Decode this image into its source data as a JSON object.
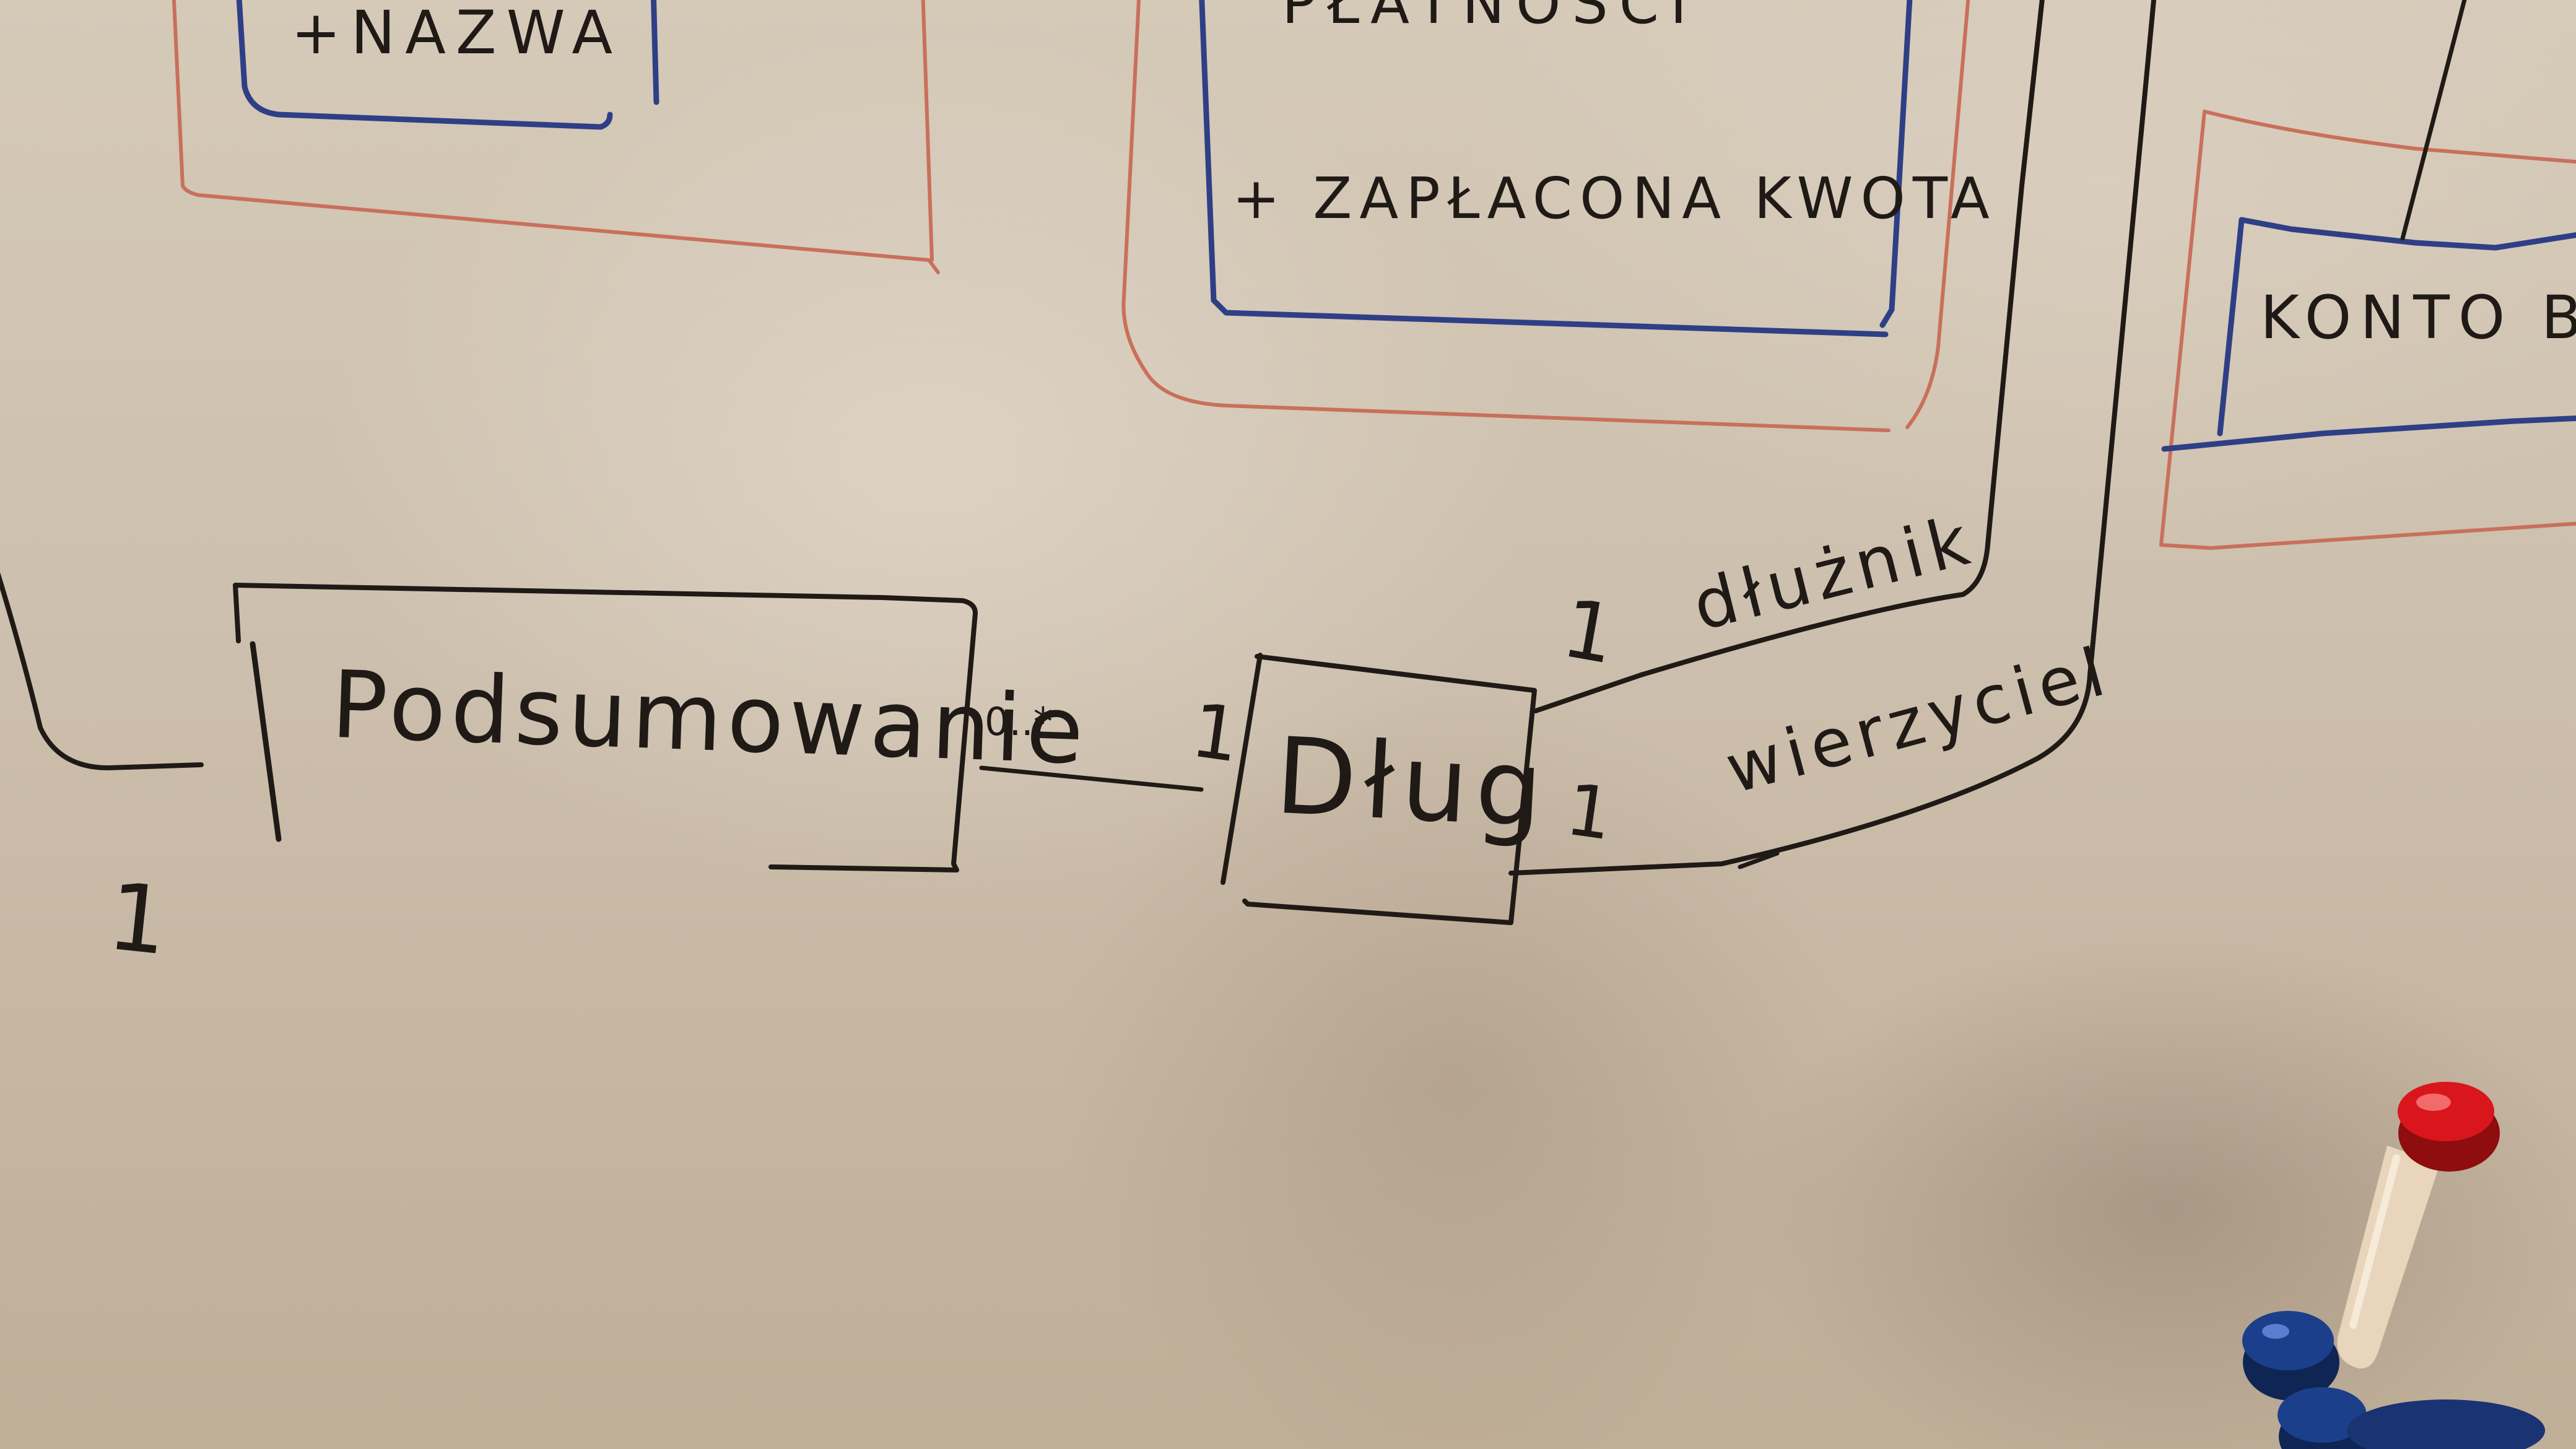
{
  "diagram": {
    "boxes": {
      "nazwa_attr": "+NAZWA",
      "platnosci_title": "PŁATNOŚCI",
      "zaplacona_attr": "+ ZAPŁACONA KWOTA",
      "konto_title": "KONTO BAN",
      "podsumowanie_title": "Podsumowanie",
      "dlug_title": "Dług"
    },
    "associations": {
      "podsumowanie_dlug": {
        "source_multiplicity": "0..*",
        "target_multiplicity": "1"
      },
      "dluznik": {
        "role": "dłużnik",
        "multiplicity": "1"
      },
      "wierzyciel": {
        "role": "wierzyciel",
        "multiplicity": "1"
      },
      "left_link": {
        "multiplicity": "1"
      }
    },
    "colors": {
      "marker_black": "#1f1a16",
      "marker_blue": "#2f3f86",
      "marker_red": "#c9705a",
      "whiteboard": "#cdbfad",
      "magnet_red": "#d8161c",
      "magnet_blue": "#1c3f8c",
      "pen_cap": "#ecd8bc"
    },
    "objects": {
      "magnets": [
        "red-magnet",
        "blue-magnet",
        "blue-magnet"
      ],
      "pen": "marker-pen"
    }
  }
}
